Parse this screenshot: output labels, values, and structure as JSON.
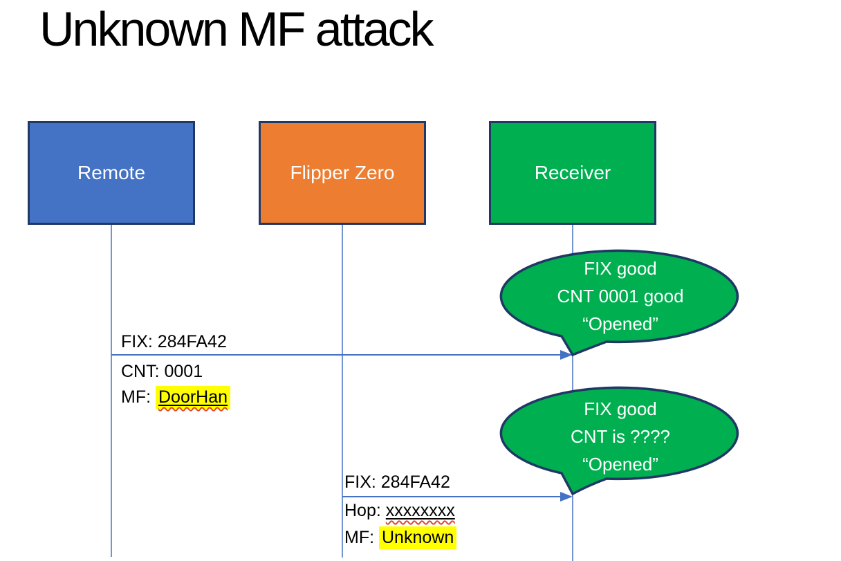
{
  "slide": {
    "title": "Unknown MF attack"
  },
  "colors": {
    "actor_border": "#1F3864",
    "remote_fill": "#4472C4",
    "flipper_fill": "#ED7D31",
    "receiver_fill": "#00B050",
    "callout_fill": "#00B050",
    "callout_border": "#1F3864",
    "connector": "#4472C4",
    "highlight": "#FFFF00",
    "spellcheck_red": "#E0452F",
    "label_text": "#000000",
    "actor_text": "#FFFFFF"
  },
  "actors": [
    {
      "label": "Remote"
    },
    {
      "label": "Flipper Zero"
    },
    {
      "label": "Receiver"
    }
  ],
  "messages": [
    {
      "line1": "FIX: 284FA42",
      "line2": "CNT: 0001",
      "line3_prefix": "MF: ",
      "line3_value": "DoorHan"
    },
    {
      "line1": "FIX: 284FA42",
      "line2_prefix": "Hop: ",
      "line2_value": "xxxxxxxx",
      "line3_prefix": "MF: ",
      "line3_value": "Unknown"
    }
  ],
  "callouts": [
    {
      "line1": "FIX good",
      "line2": "CNT 0001 good",
      "line3": "“Opened”"
    },
    {
      "line1": "FIX good",
      "line2": "CNT is ????",
      "line3": "“Opened”"
    }
  ]
}
